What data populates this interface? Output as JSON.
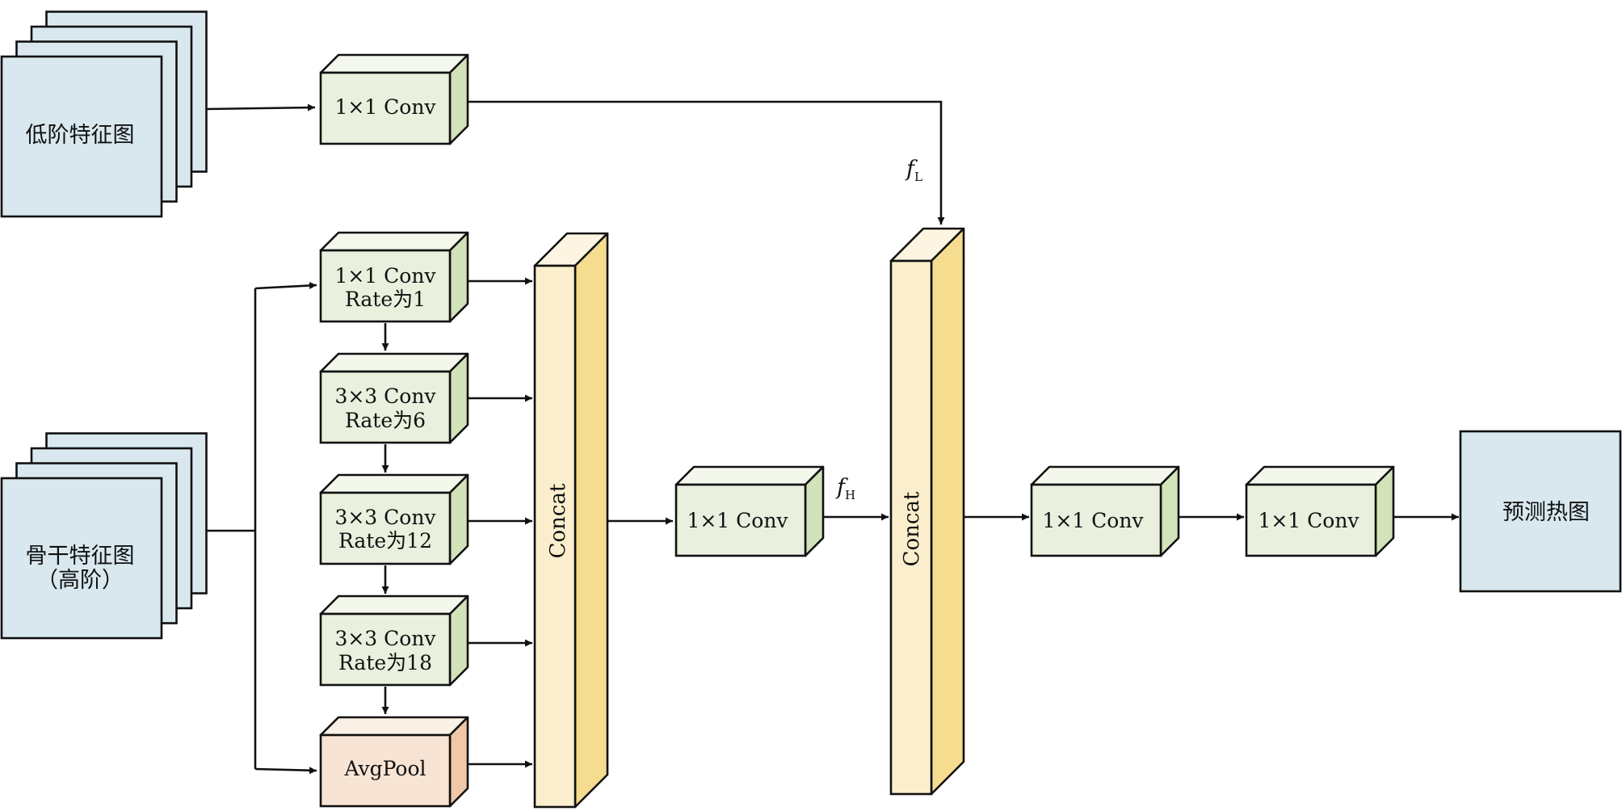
{
  "low_level_features": {
    "label": "低阶特征图"
  },
  "backbone_features": {
    "line1": "骨干特征图",
    "line2": "（高阶）"
  },
  "low_conv": {
    "label": "1×1 Conv"
  },
  "aspp": {
    "branch1": {
      "line1": "1×1 Conv",
      "line2": "Rate为1"
    },
    "branch2": {
      "line1": "3×3 Conv",
      "line2": "Rate为6"
    },
    "branch3": {
      "line1": "3×3 Conv",
      "line2": "Rate为12"
    },
    "branch4": {
      "line1": "3×3 Conv",
      "line2": "Rate为18"
    },
    "pool": {
      "label": "AvgPool"
    }
  },
  "concat1": {
    "label": "Concat"
  },
  "concat2": {
    "label": "Concat"
  },
  "mid_conv": {
    "label": "1×1 Conv"
  },
  "head_conv1": {
    "label": "1×1 Conv"
  },
  "head_conv2": {
    "label": "1×1 Conv"
  },
  "output": {
    "label": "预测热图"
  },
  "f_low": {
    "symbol": "f",
    "subscript": "L"
  },
  "f_high": {
    "symbol": "f",
    "subscript": "H"
  },
  "colors": {
    "feature_map": "#d8e8ee",
    "conv_front": "#e9f0dd",
    "conv_top": "#f3f7ec",
    "conv_side": "#d2e2b9",
    "pool_front": "#f8e4d4",
    "pool_top": "#fbf0e6",
    "pool_side": "#f0c8a8",
    "concat_front": "#fbeecd",
    "concat_top": "#fdf5e1",
    "concat_side": "#f5dc8e",
    "stroke": "#111111"
  }
}
